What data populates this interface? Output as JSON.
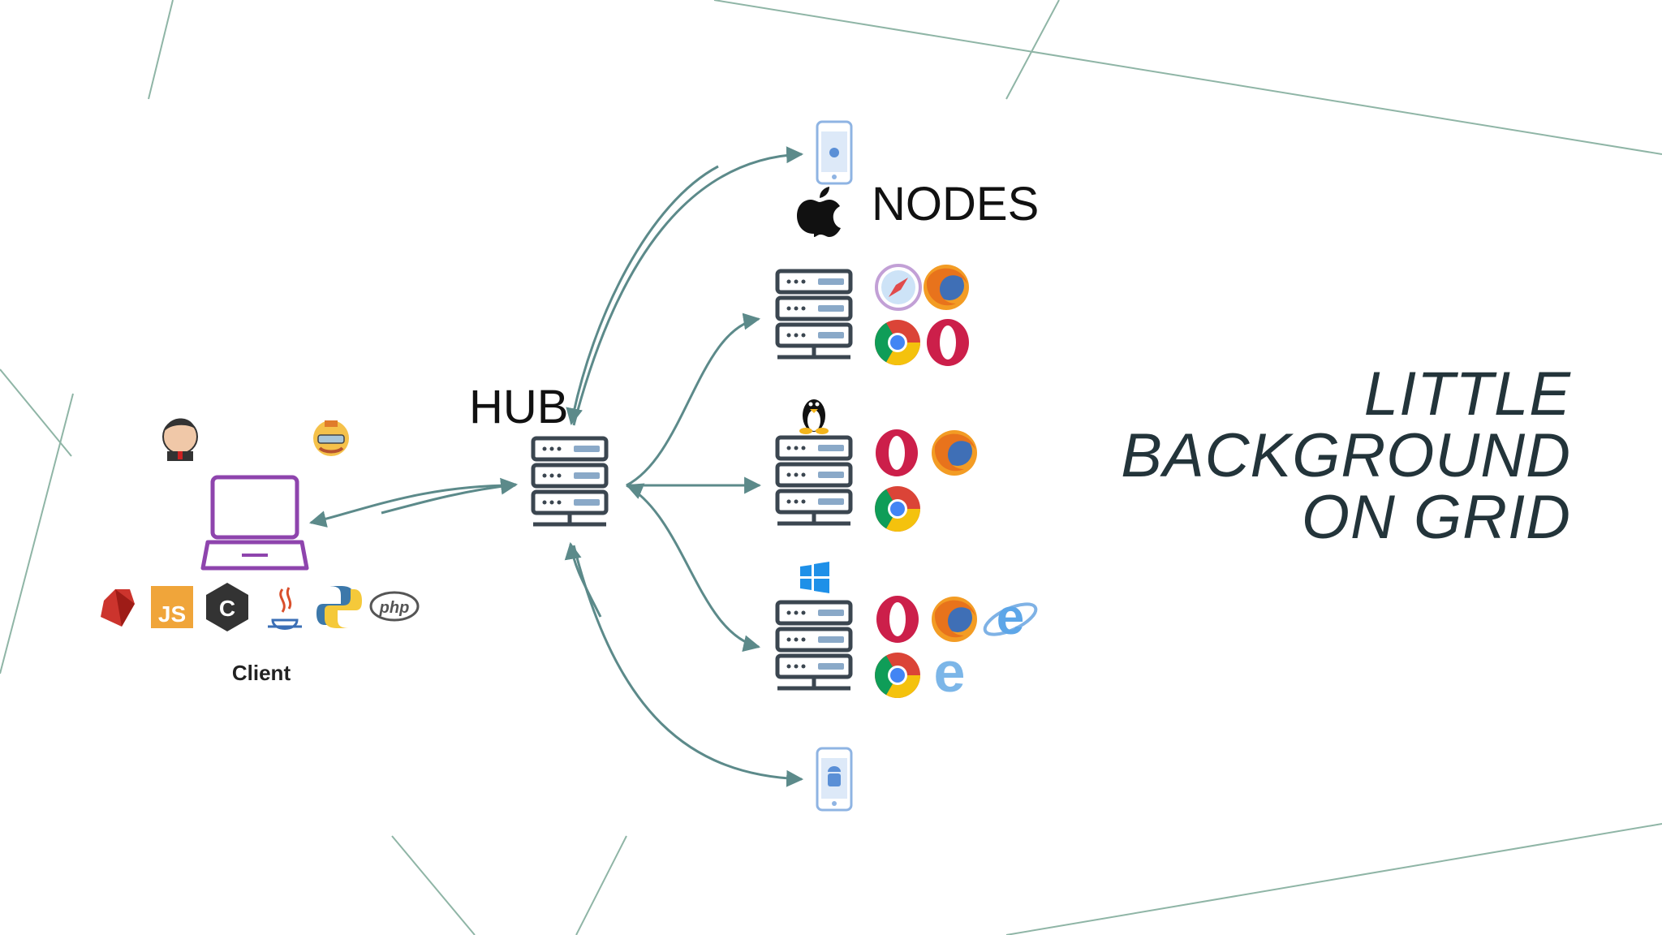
{
  "title_lines": [
    "LITTLE",
    "BACKGROUND",
    "ON GRID"
  ],
  "diagram": {
    "hub_label": "HUB",
    "nodes_label": "NODES",
    "client_label": "Client",
    "client_languages": [
      "ruby-icon",
      "javascript-icon",
      "csharp-icon",
      "java-icon",
      "python-icon",
      "php-icon"
    ],
    "client_logos": [
      "jenkins-icon",
      "testing-bot-icon"
    ],
    "node_groups": [
      {
        "os": "apple-icon",
        "browsers": [
          "safari-icon",
          "firefox-icon",
          "chrome-icon",
          "opera-icon"
        ]
      },
      {
        "os": "linux-icon",
        "browsers": [
          "opera-icon",
          "firefox-icon",
          "chrome-icon"
        ]
      },
      {
        "os": "windows-icon",
        "browsers": [
          "opera-icon",
          "firefox-icon",
          "ie-icon",
          "chrome-icon",
          "edge-icon"
        ]
      }
    ],
    "mobile_devices": [
      "iphone-icon",
      "android-phone-icon"
    ],
    "colors": {
      "arrow": "#5c8a8a",
      "laptop": "#8e44ad",
      "server": "#3b4650",
      "deco_line": "#8fb5a6"
    }
  }
}
